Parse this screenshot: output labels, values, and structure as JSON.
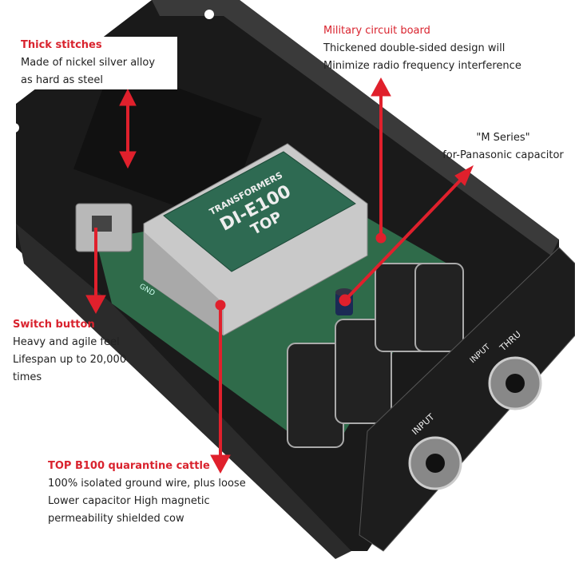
{
  "colors": {
    "accent": "#e0202c",
    "text": "#222222",
    "pcb": "#2f6b4a",
    "transformer_label": "#2e6a52"
  },
  "product": {
    "transformer_lines": [
      "TRANSFORMERS",
      "DI-E100",
      "TOP"
    ],
    "panel_labels": {
      "input": "INPUT",
      "thru": "THRU",
      "input_thru": "INPUT"
    },
    "pcb_label": "GND"
  },
  "callouts": {
    "stitches": {
      "title": "Thick stitches",
      "lines": [
        "Made of nickel silver alloy",
        "as hard as steel"
      ]
    },
    "circuit": {
      "title": "Military circuit board",
      "lines": [
        "Thickened double-sided design will",
        "Minimize radio frequency interference"
      ]
    },
    "capacitor": {
      "lines": [
        "\"M Series\"",
        "for-Panasonic capacitor"
      ]
    },
    "switch": {
      "title": "Switch button",
      "lines": [
        "Heavy and agile feel",
        "Lifespan up to 20,000",
        "times"
      ]
    },
    "transformer": {
      "title": "TOP B100 quarantine cattle",
      "lines": [
        "100% isolated ground wire, plus loose",
        "Lower capacitor High magnetic",
        "permeability shielded cow"
      ]
    }
  }
}
